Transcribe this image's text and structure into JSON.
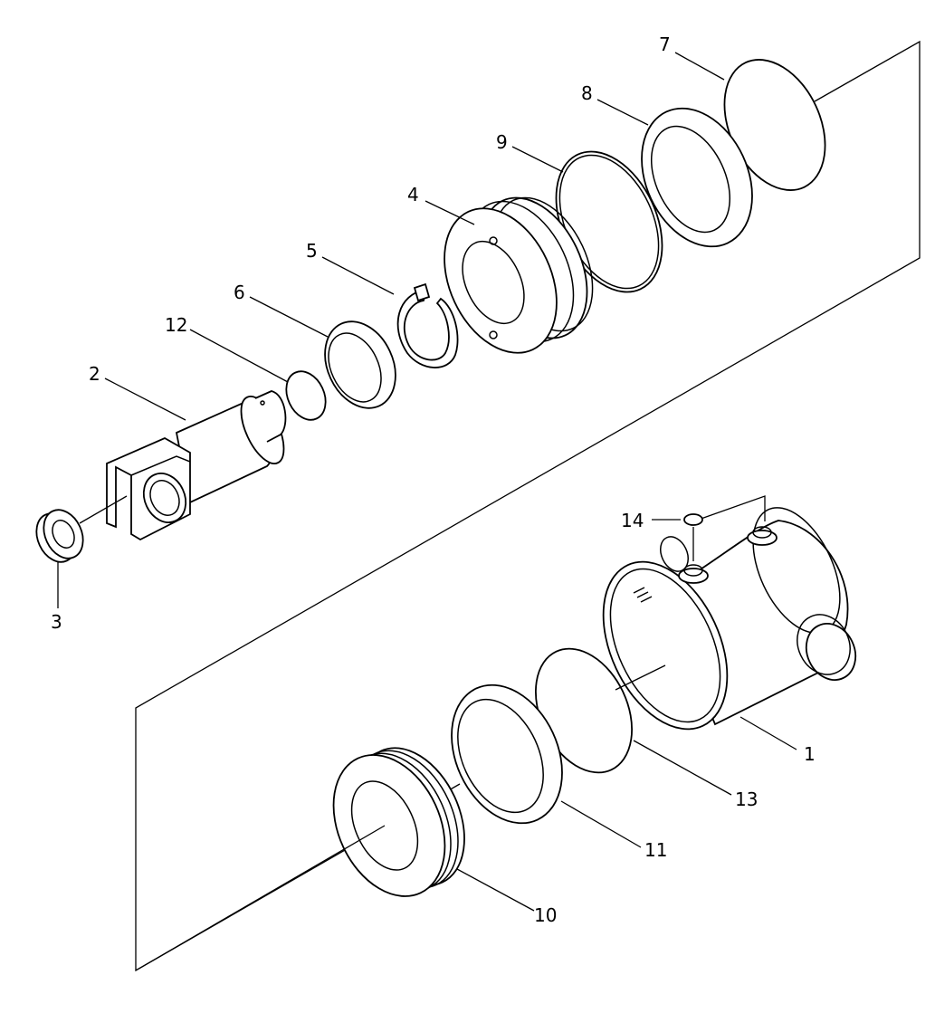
{
  "colors": {
    "line": "#000000",
    "background": "#ffffff"
  },
  "callouts": [
    {
      "id": "c1",
      "label": "1"
    },
    {
      "id": "c2",
      "label": "2"
    },
    {
      "id": "c3",
      "label": "3"
    },
    {
      "id": "c4",
      "label": "4"
    },
    {
      "id": "c5",
      "label": "5"
    },
    {
      "id": "c6",
      "label": "6"
    },
    {
      "id": "c7",
      "label": "7"
    },
    {
      "id": "c8",
      "label": "8"
    },
    {
      "id": "c9",
      "label": "9"
    },
    {
      "id": "c10",
      "label": "10"
    },
    {
      "id": "c11",
      "label": "11"
    },
    {
      "id": "c12",
      "label": "12"
    },
    {
      "id": "c13",
      "label": "13"
    },
    {
      "id": "c14",
      "label": "14"
    }
  ]
}
